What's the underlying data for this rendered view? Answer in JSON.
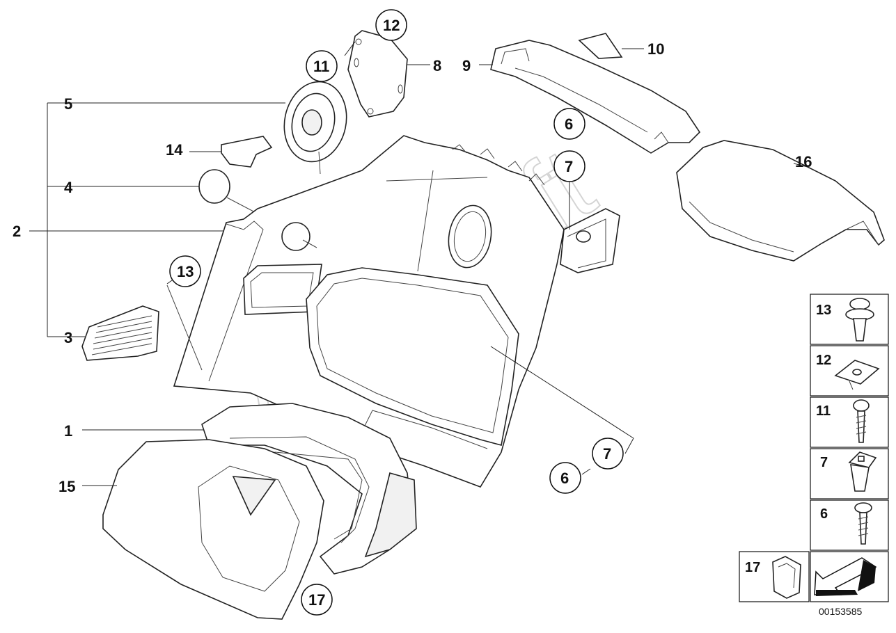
{
  "watermark": "AutoSoft",
  "callouts": {
    "c1": "1",
    "c2": "2",
    "c3": "3",
    "c4": "4",
    "c5": "5",
    "c6a": "6",
    "c7a": "7",
    "c6b": "6",
    "c7b": "7",
    "c8": "8",
    "c9": "9",
    "c10": "10",
    "c11": "11",
    "c12": "12",
    "c13": "13",
    "c14": "14",
    "c15": "15",
    "c16": "16",
    "c17": "17"
  },
  "legend": {
    "items": [
      {
        "label": "13",
        "part": "push-rivet"
      },
      {
        "label": "12",
        "part": "clip-nut"
      },
      {
        "label": "11",
        "part": "screw"
      },
      {
        "label": "7",
        "part": "expanding-nut"
      },
      {
        "label": "6",
        "part": "screw"
      },
      {
        "label": "17",
        "part": "clip"
      }
    ]
  },
  "reference_number": "00153585"
}
